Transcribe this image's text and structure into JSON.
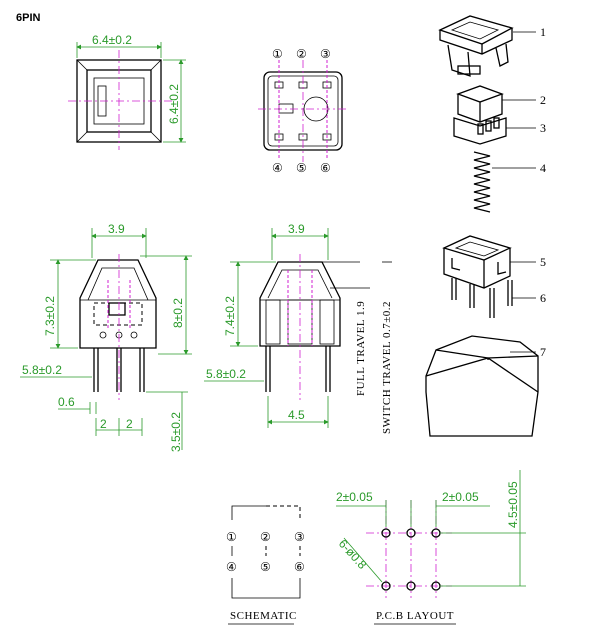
{
  "title": "6PIN",
  "pins": [
    "①",
    "②",
    "③",
    "④",
    "⑤",
    "⑥"
  ],
  "parts": [
    "1",
    "2",
    "3",
    "4",
    "5",
    "6",
    "7"
  ],
  "dims": {
    "top_width": "6.4±0.2",
    "top_depth": "6.4±0.2",
    "left_top_width": "3.9",
    "left_body_height": "7.3±0.2",
    "left_total_height": "8±0.2",
    "left_pin_offset": "5.8±0.2",
    "pin_thickness": "0.6",
    "pin_pitch_a": "2",
    "pin_pitch_b": "2",
    "pin_length": "3.5±0.2",
    "right_top_width": "3.9",
    "right_body_height": "7.4±0.2",
    "right_pin_offset": "5.8±0.2",
    "pin_span": "4.5",
    "pcb_pitch_left": "2±0.05",
    "pcb_pitch_right": "2±0.05",
    "pcb_row_spacing": "4.5±0.05",
    "pcb_holes": "6-ø0.8"
  },
  "travel": {
    "full": "FULL TRAVEL 1.9",
    "switch": "SWITCH TRAVEL 0.7±0.2"
  },
  "captions": {
    "schematic": "SCHEMATIC",
    "pcb": "P.C.B LAYOUT"
  }
}
